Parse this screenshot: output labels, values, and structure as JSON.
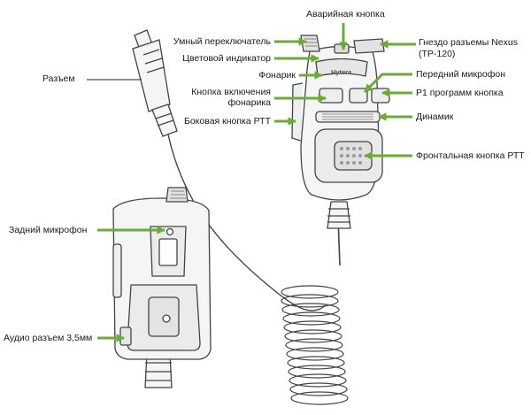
{
  "brand": "Hytera",
  "colors": {
    "arrow": "#6bab36",
    "line": "#222222",
    "outline": "#444444",
    "body_fill": "#f5f5f5"
  },
  "labels": {
    "emergency_button": "Аварийная кнопка",
    "smart_switch": "Умный переключатель",
    "nexus_socket": "Гнездо разъемы Nexus",
    "nexus_socket_model": "(TP-120)",
    "connector": "Разъем",
    "color_indicator": "Цветовой индикатор",
    "flashlight": "Фонарик",
    "front_microphone": "Передний микрофон",
    "flashlight_button_line1": "Кнопка включения",
    "flashlight_button_line2": "фонарика",
    "p1_button": "P1 программ кнопка",
    "side_ptt": "Боковая кнопка РТТ",
    "speaker": "Динамик",
    "front_ptt": "Фронтальная кнопка РТТ",
    "rear_microphone": "Задний микрофон",
    "audio_jack": "Аудио разъем 3,5мм"
  }
}
